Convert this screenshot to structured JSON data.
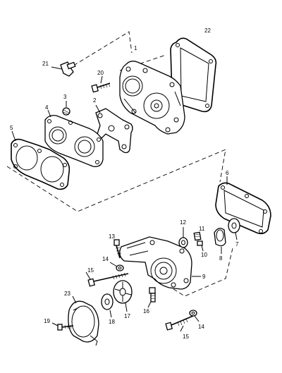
{
  "diagram": {
    "callouts": [
      {
        "id": "c1",
        "text": "1"
      },
      {
        "id": "c2",
        "text": "2"
      },
      {
        "id": "c3",
        "text": "3"
      },
      {
        "id": "c4",
        "text": "4"
      },
      {
        "id": "c5",
        "text": "5"
      },
      {
        "id": "c6",
        "text": "6"
      },
      {
        "id": "c7",
        "text": "7"
      },
      {
        "id": "c8",
        "text": "8"
      },
      {
        "id": "c9",
        "text": "9"
      },
      {
        "id": "c10",
        "text": "10"
      },
      {
        "id": "c11",
        "text": "11"
      },
      {
        "id": "c12",
        "text": "12"
      },
      {
        "id": "c13",
        "text": "13"
      },
      {
        "id": "c14a",
        "text": "14"
      },
      {
        "id": "c14b",
        "text": "14"
      },
      {
        "id": "c15a",
        "text": "15"
      },
      {
        "id": "c15b",
        "text": "15"
      },
      {
        "id": "c16",
        "text": "16"
      },
      {
        "id": "c17",
        "text": "17"
      },
      {
        "id": "c18",
        "text": "18"
      },
      {
        "id": "c19",
        "text": "19"
      },
      {
        "id": "c20",
        "text": "20"
      },
      {
        "id": "c21",
        "text": "21"
      },
      {
        "id": "c22",
        "text": "22"
      },
      {
        "id": "c23",
        "text": "23"
      }
    ]
  }
}
